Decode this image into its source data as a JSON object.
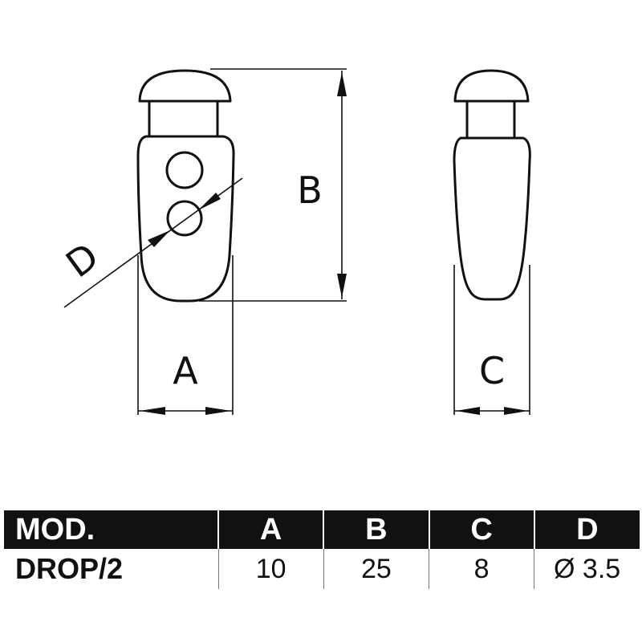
{
  "drawing": {
    "labels": {
      "A": "A",
      "B": "B",
      "C": "C",
      "D": "D"
    }
  },
  "table": {
    "headers": [
      "MOD.",
      "A",
      "B",
      "C",
      "D"
    ],
    "rows": [
      [
        "DROP/2",
        "10",
        "25",
        "8",
        "Ø 3.5"
      ]
    ]
  }
}
